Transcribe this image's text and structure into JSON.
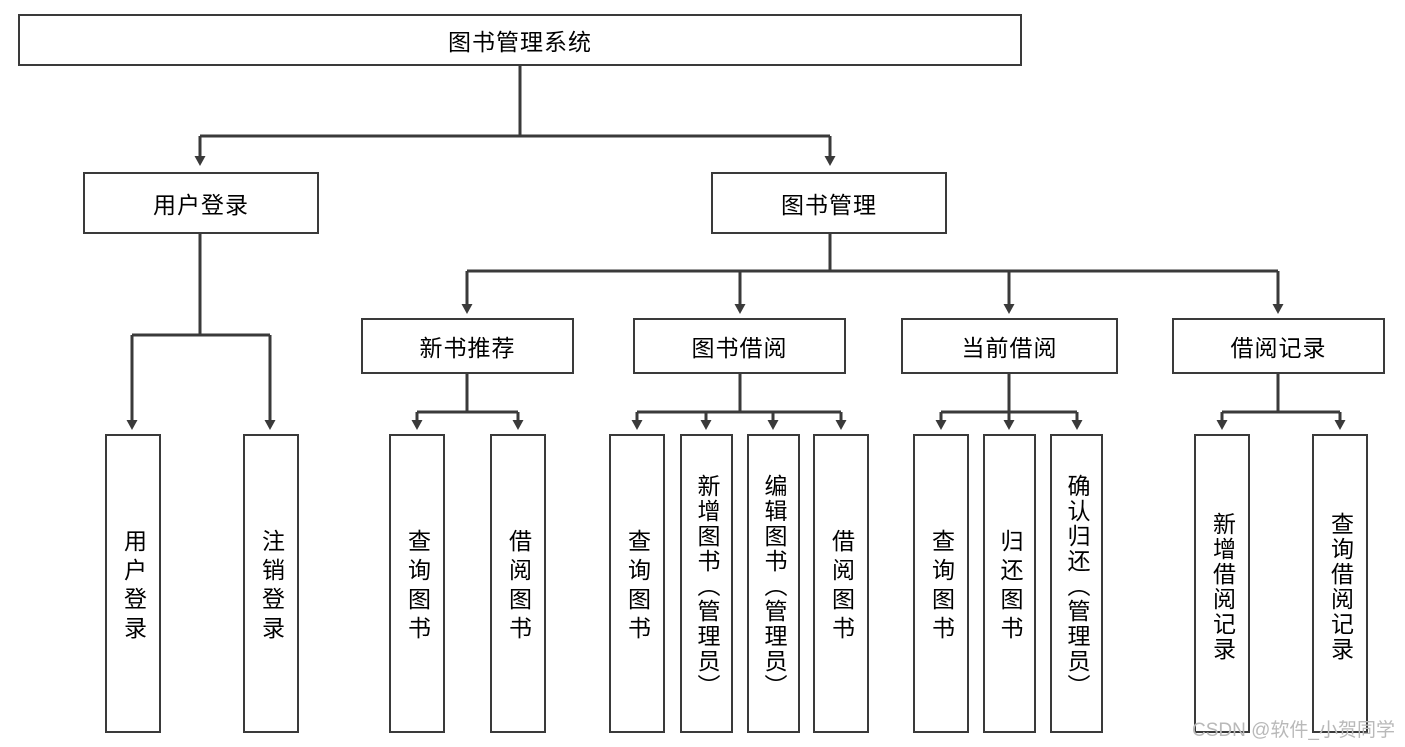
{
  "diagram": {
    "title": "图书管理系统",
    "stroke_color": "#3a3a3a",
    "background_color": "#ffffff",
    "text_color": "#000000",
    "root": {
      "label": "图书管理系统"
    },
    "level2": [
      {
        "label": "用户登录"
      },
      {
        "label": "图书管理"
      }
    ],
    "level3": [
      {
        "label": "新书推荐"
      },
      {
        "label": "图书借阅"
      },
      {
        "label": "当前借阅"
      },
      {
        "label": "借阅记录"
      }
    ],
    "leaves": {
      "user_login": [
        {
          "label": "用户登录"
        },
        {
          "label": "注销登录"
        }
      ],
      "new_book_recommend": [
        {
          "label": "查询图书"
        },
        {
          "label": "借阅图书"
        }
      ],
      "book_borrow": [
        {
          "label": "查询图书"
        },
        {
          "label": "新增图书（管理员）"
        },
        {
          "label": "编辑图书（管理员）"
        },
        {
          "label": "借阅图书"
        }
      ],
      "current_borrow": [
        {
          "label": "查询图书"
        },
        {
          "label": "归还图书"
        },
        {
          "label": "确认归还（管理员）"
        }
      ],
      "borrow_record": [
        {
          "label": "新增借阅记录"
        },
        {
          "label": "查询借阅记录"
        }
      ]
    }
  },
  "watermark": {
    "text": "CSDN @软件_小贺同学"
  }
}
